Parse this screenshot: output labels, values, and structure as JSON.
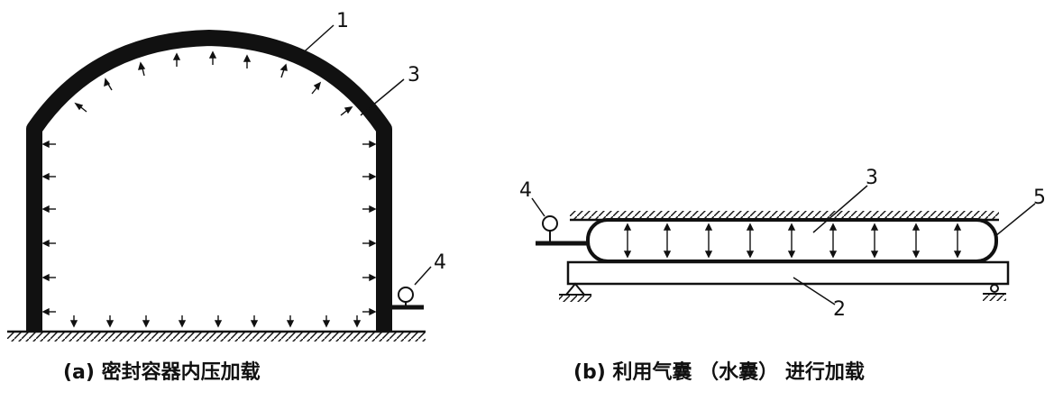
{
  "figure_a": {
    "caption": "(a) 密封容器内压加载",
    "labels": {
      "l1": "1",
      "l3": "3",
      "l4": "4"
    }
  },
  "figure_b": {
    "caption": "(b) 利用气囊 （水囊） 进行加载",
    "labels": {
      "l2": "2",
      "l3": "3",
      "l4": "4",
      "l5": "5"
    }
  },
  "colors": {
    "ink": "#111111",
    "background": "#ffffff"
  }
}
